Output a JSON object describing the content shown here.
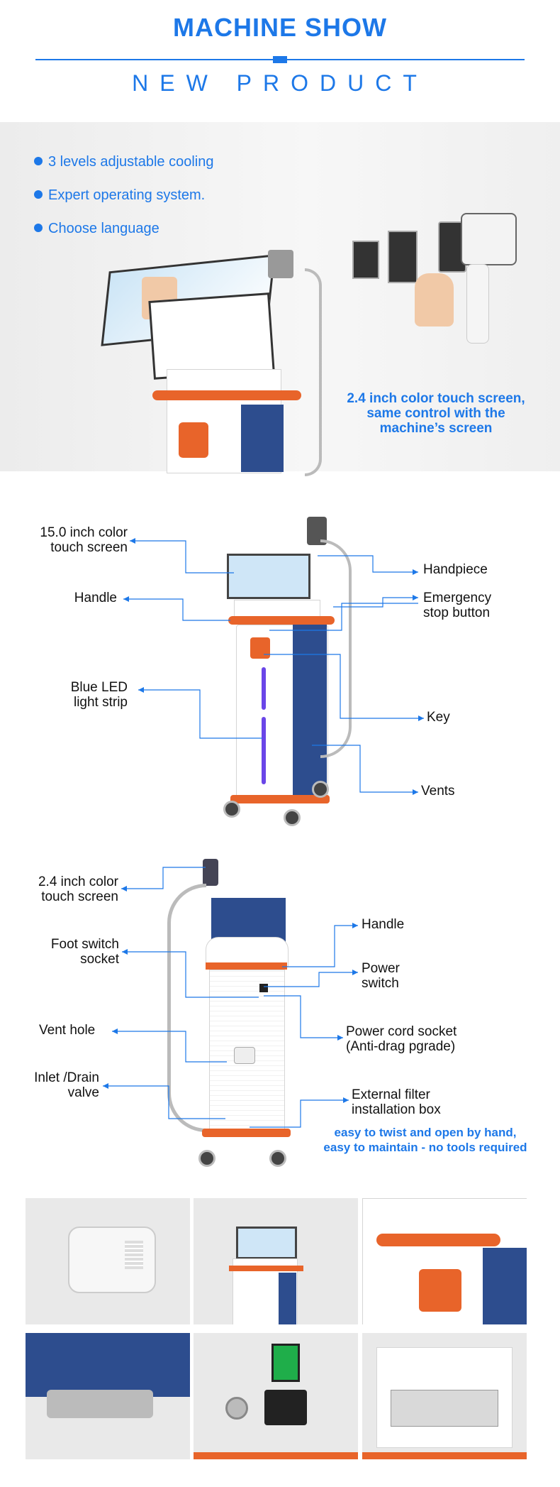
{
  "header": {
    "title": "MACHINE SHOW",
    "subtitle": "NEW PRODUCT"
  },
  "features": [
    "3 levels adjustable cooling",
    "Expert operating system.",
    "Choose language"
  ],
  "hero_caption": [
    "2.4 inch color  touch screen,",
    "same control with the",
    "machine’s screen"
  ],
  "front_labels": {
    "screen": [
      "15.0 inch color",
      "touch screen"
    ],
    "handle": "Handle",
    "led": [
      "Blue LED",
      "light strip"
    ],
    "handpiece": "Handpiece",
    "emergency": [
      "Emergency",
      "stop button"
    ],
    "key": "Key",
    "vents": "Vents"
  },
  "back_labels": {
    "screen": [
      "2.4 inch color",
      "touch screen"
    ],
    "foot": [
      "Foot switch",
      "socket"
    ],
    "vent_hole": "Vent hole",
    "inlet": [
      "Inlet /Drain",
      "valve"
    ],
    "handle": "Handle",
    "power": [
      "Power",
      "switch"
    ],
    "cord": [
      "Power cord socket",
      "(Anti-drag pgrade)"
    ],
    "filter": [
      "External filter",
      "installation box"
    ],
    "note": [
      "easy to twist and open by hand,",
      "easy to maintain - no tools required"
    ]
  },
  "colors": {
    "accent": "#1d78e8",
    "orange": "#e8642a",
    "navy": "#2d4d8e"
  }
}
